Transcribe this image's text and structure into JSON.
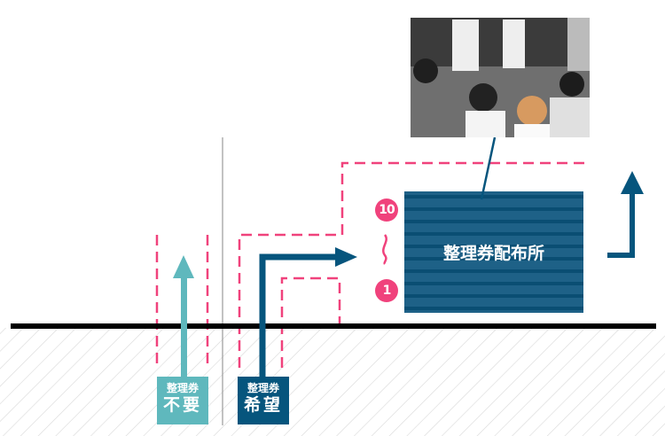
{
  "booth": {
    "label": "整理券配布所"
  },
  "queue_numbers": {
    "first": "1",
    "last": "10",
    "range_mark": "〜"
  },
  "lanes": {
    "no_ticket": {
      "small": "整理券",
      "big": "不要"
    },
    "want_ticket": {
      "small": "整理券",
      "big": "希望"
    }
  },
  "photo": {
    "icon": "crowd-photo"
  },
  "colors": {
    "pink": "#f0427c",
    "navy": "#06557d",
    "teal": "#5fb8bd",
    "booth": "#1e6187"
  }
}
